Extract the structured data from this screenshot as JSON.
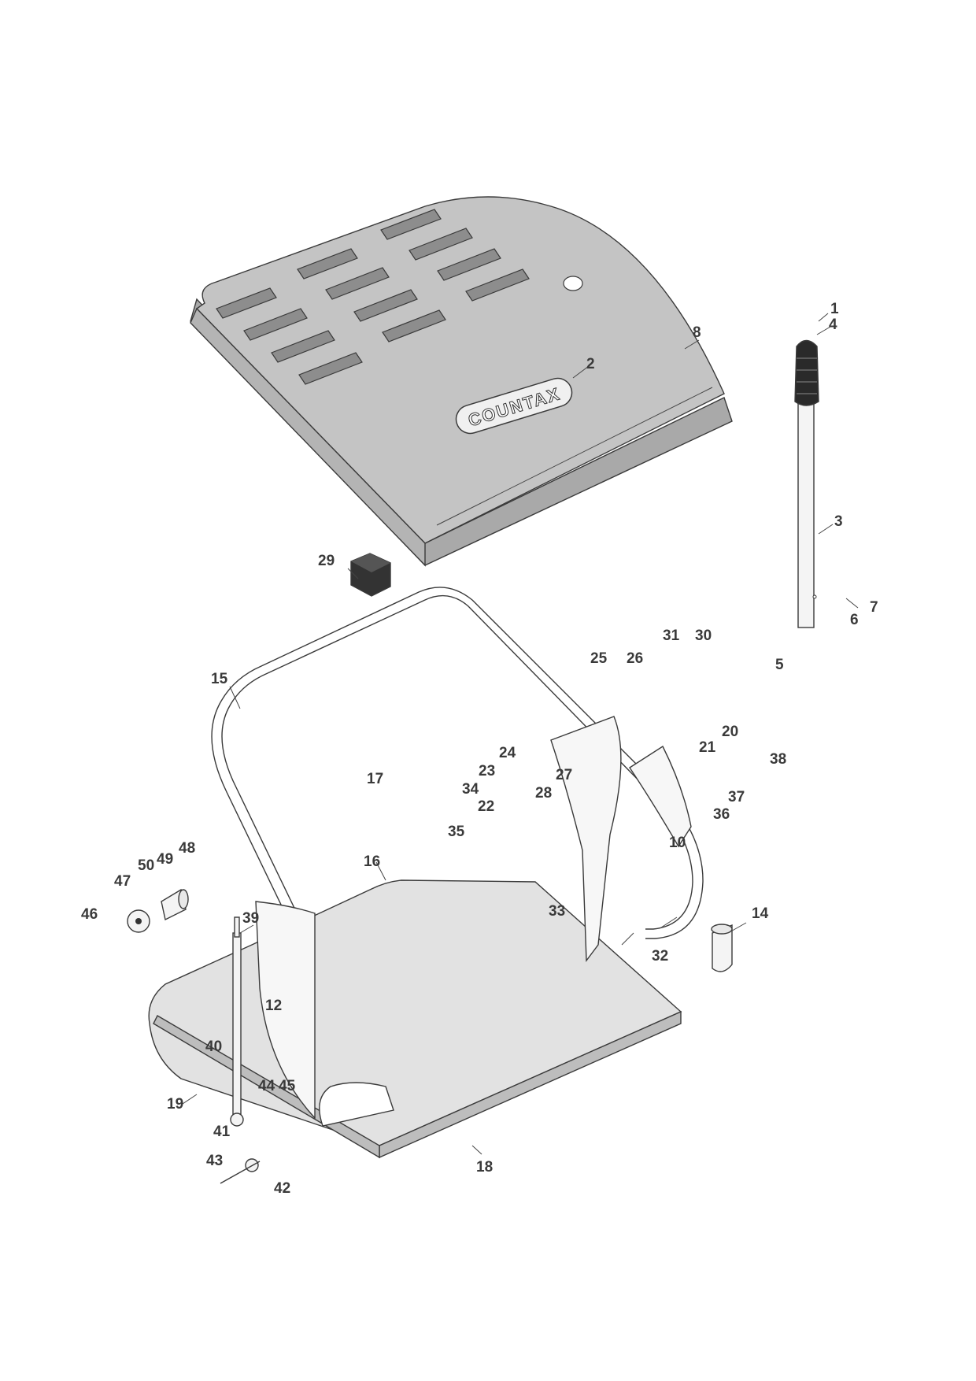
{
  "logo": {
    "text": "COUNTAX"
  },
  "callouts": [
    "1",
    "2",
    "3",
    "4",
    "5",
    "6",
    "7",
    "8",
    "10",
    "12",
    "14",
    "15",
    "16",
    "17",
    "18",
    "19",
    "20",
    "21",
    "22",
    "23",
    "24",
    "25",
    "26",
    "27",
    "28",
    "29",
    "30",
    "31",
    "32",
    "33",
    "34",
    "35",
    "36",
    "37",
    "38",
    "39",
    "40",
    "41",
    "42",
    "43",
    "44",
    "45",
    "46",
    "47",
    "48",
    "49",
    "50"
  ],
  "colors": {
    "hood": "#c4c4c4",
    "hood_edge": "#9a9a9a",
    "tray": "#e2e2e2",
    "line": "#3a3a3a"
  }
}
